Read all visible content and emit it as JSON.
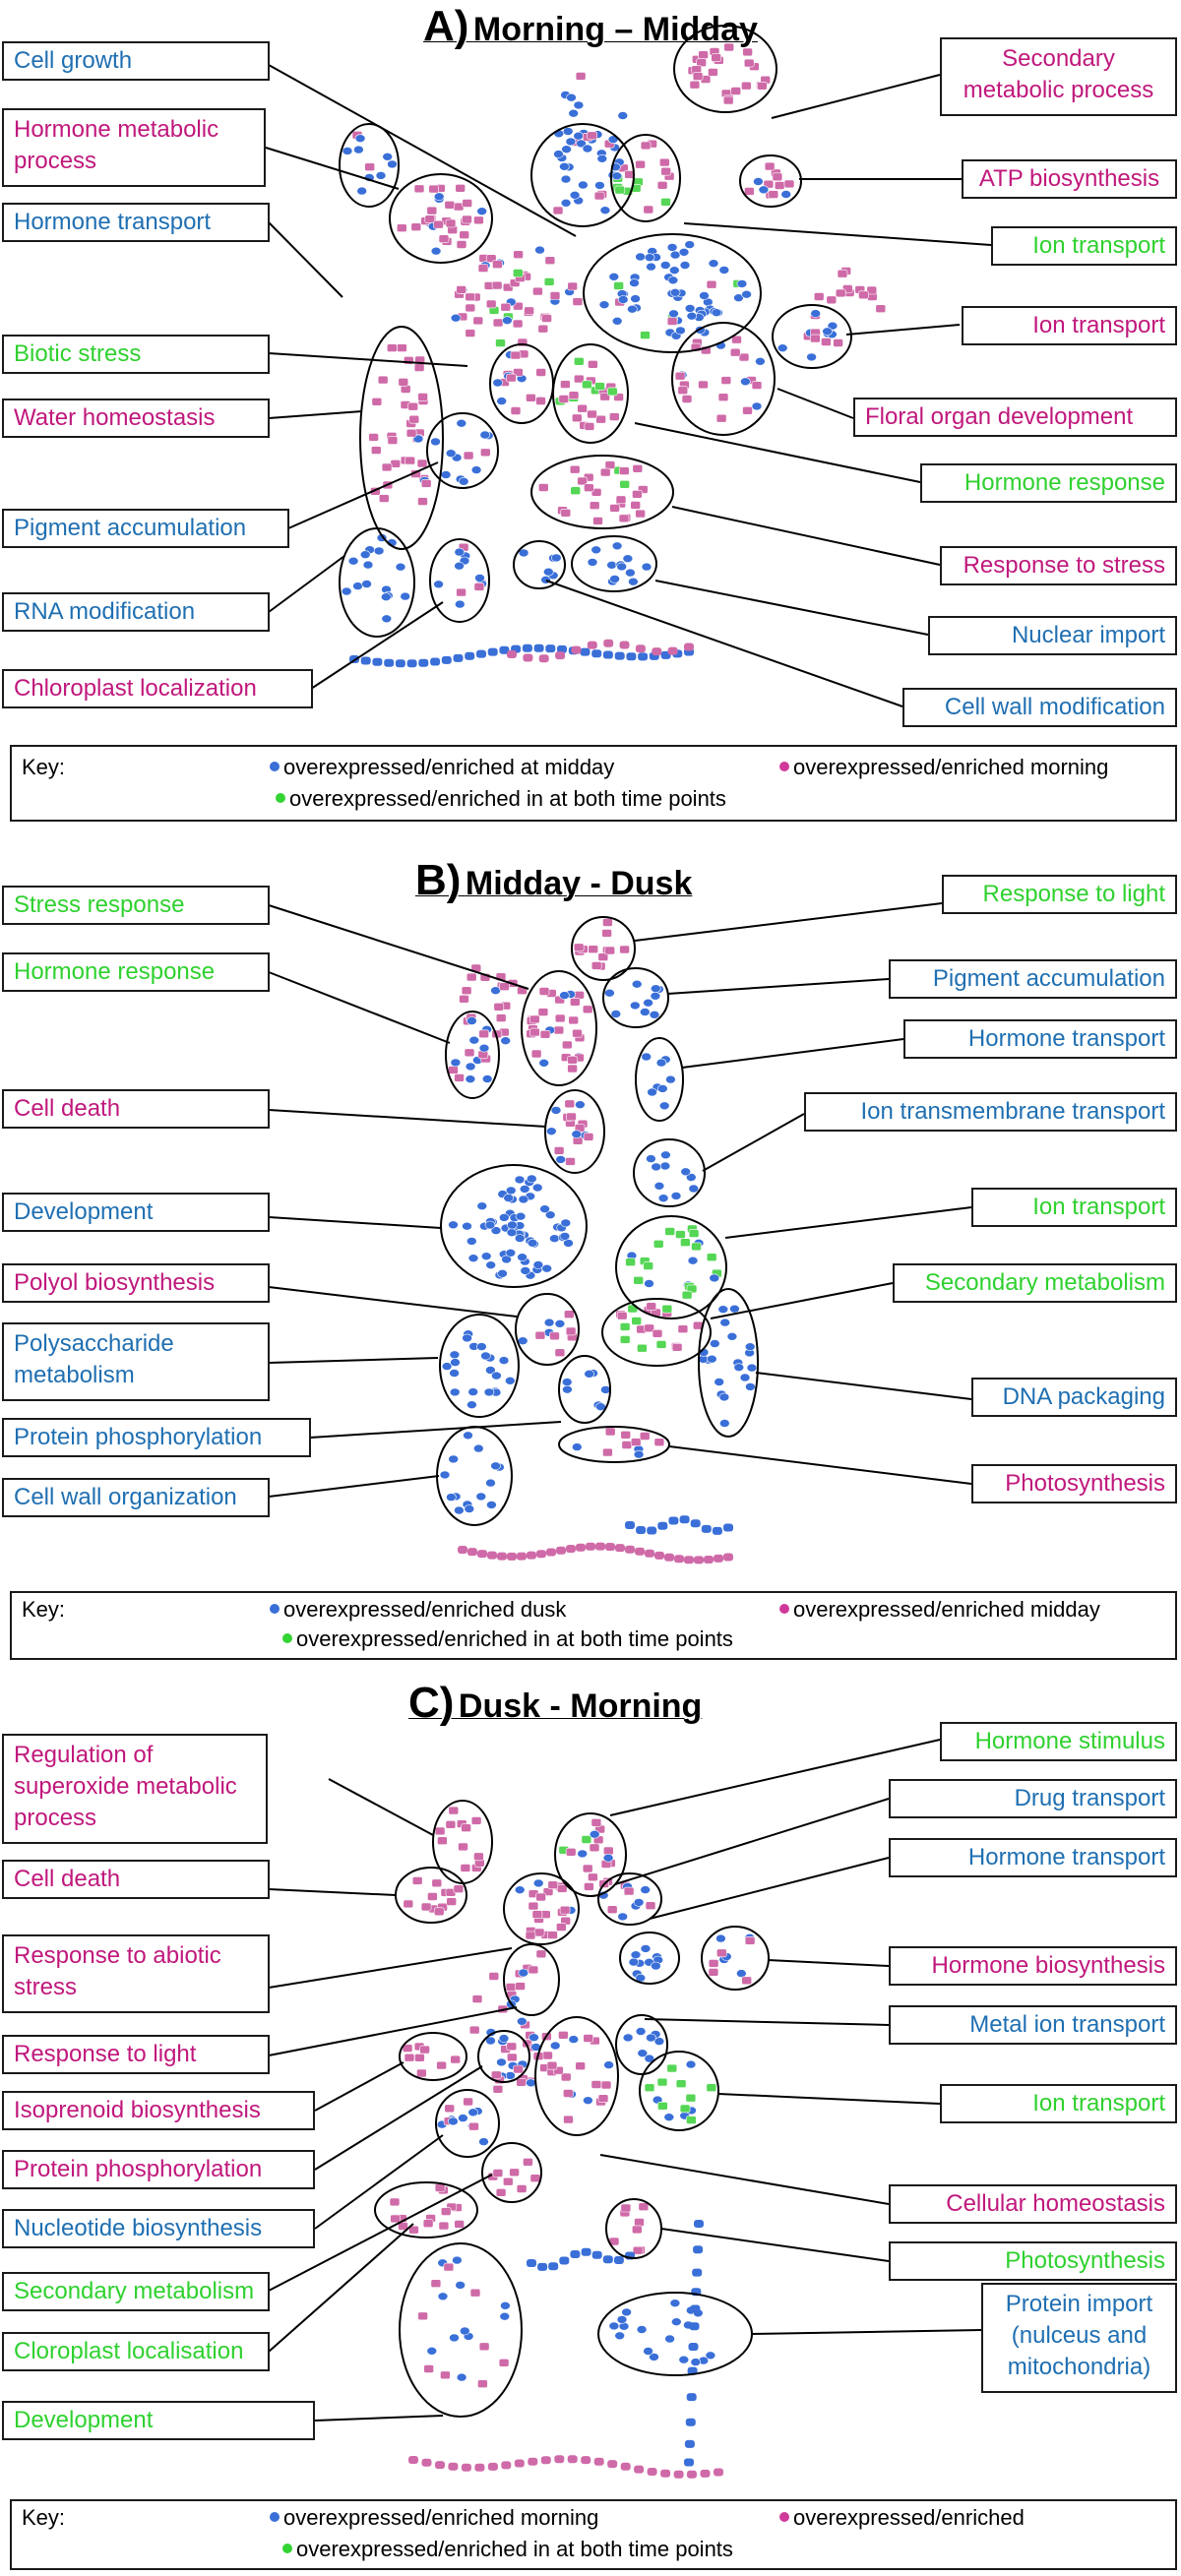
{
  "colors": {
    "blue": "#3a6fd8",
    "pink": "#cf6aa8",
    "green": "#55d655"
  },
  "panelA": {
    "letter": "A)",
    "title": "Morning – Midday",
    "labels": {
      "cell_growth": "Cell growth",
      "hormone_metabolic": "Hormone metabolic process",
      "hormone_transport": "Hormone transport",
      "biotic_stress": "Biotic stress",
      "water_homeostasis": "Water homeostasis",
      "pigment_accumulation": "Pigment accumulation",
      "rna_modification": "RNA modification",
      "chloroplast_localization": "Chloroplast localization",
      "secondary_metabolic": "Secondary metabolic process",
      "atp_biosynthesis": "ATP biosynthesis",
      "ion_transport_green": "Ion transport",
      "ion_transport_pink": "Ion transport",
      "floral_organ": "Floral organ development",
      "hormone_response": "Hormone response",
      "response_to_stress": "Response to stress",
      "nuclear_import": "Nuclear import",
      "cell_wall_modification": "Cell wall modification"
    },
    "key": {
      "title": "Key:",
      "blue": "overexpressed/enriched at midday",
      "pink": "overexpressed/enriched morning",
      "green": "overexpressed/enriched in at both time points"
    }
  },
  "panelB": {
    "letter": "B)",
    "title": "Midday - Dusk",
    "labels": {
      "stress_response": "Stress response",
      "hormone_response": "Hormone response",
      "cell_death": "Cell death",
      "development": "Development",
      "polyol": "Polyol biosynthesis",
      "polysaccharide": "Polysaccharide metabolism",
      "protein_phosphorylation": "Protein phosphorylation",
      "cell_wall_org": "Cell wall organization",
      "response_to_light": "Response to light",
      "pigment_accumulation": "Pigment accumulation",
      "hormone_transport": "Hormone transport",
      "ion_transmembrane": "Ion transmembrane transport",
      "ion_transport": "Ion transport",
      "secondary_metabolism": "Secondary metabolism",
      "dna_packaging": "DNA packaging",
      "photosynthesis": "Photosynthesis"
    },
    "key": {
      "title": "Key:",
      "blue": "overexpressed/enriched dusk",
      "pink": "overexpressed/enriched midday",
      "green": "overexpressed/enriched in at both time points"
    }
  },
  "panelC": {
    "letter": "C)",
    "title": "Dusk - Morning",
    "labels": {
      "superoxide": "Regulation of superoxide metabolic process",
      "cell_death": "Cell death",
      "abiotic_stress": "Response to abiotic stress",
      "response_to_light": "Response to light",
      "isoprenoid": "Isoprenoid biosynthesis",
      "protein_phosphorylation": "Protein phosphorylation",
      "nucleotide": "Nucleotide biosynthesis",
      "secondary_metabolism": "Secondary metabolism",
      "cloroplast": "Cloroplast localisation",
      "development": "Development",
      "hormone_stimulus": "Hormone stimulus",
      "drug_transport": "Drug transport",
      "hormone_transport": "Hormone transport",
      "hormone_biosynthesis": "Hormone biosynthesis",
      "metal_ion": "Metal ion transport",
      "ion_transport": "Ion transport",
      "cellular_homeostasis": "Cellular homeostasis",
      "photosynthesis": "Photosynthesis",
      "protein_import": "Protein import (nulceus and mitochondria)"
    },
    "key": {
      "title": "Key:",
      "blue": "overexpressed/enriched morning",
      "pink": "overexpressed/enriched",
      "green": "overexpressed/enriched in at both time points"
    }
  }
}
